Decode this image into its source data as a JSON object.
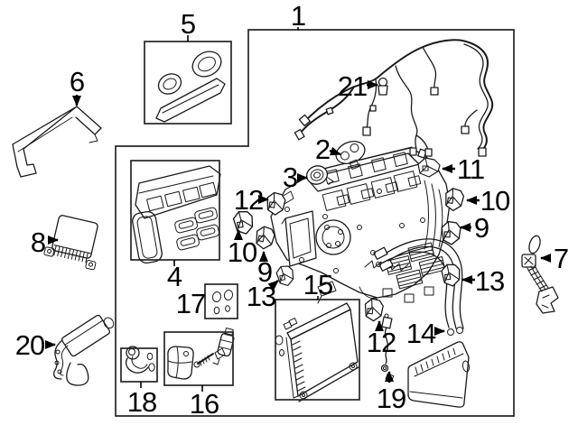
{
  "diagram": {
    "kind": "exploded-parts-line-diagram",
    "background_color": "#ffffff",
    "line_color": "#1a1a1a",
    "label_color": "#000000",
    "callouts": [
      {
        "label": "1"
      },
      {
        "label": "5"
      },
      {
        "label": "6"
      },
      {
        "label": "21"
      },
      {
        "label": "2"
      },
      {
        "label": "3"
      },
      {
        "label": "11"
      },
      {
        "label": "10"
      },
      {
        "label": "9"
      },
      {
        "label": "13"
      },
      {
        "label": "12"
      },
      {
        "label": "10"
      },
      {
        "label": "9"
      },
      {
        "label": "13"
      },
      {
        "label": "15"
      },
      {
        "label": "12"
      },
      {
        "label": "14"
      },
      {
        "label": "19"
      },
      {
        "label": "7"
      },
      {
        "label": "8"
      },
      {
        "label": "20"
      },
      {
        "label": "4"
      },
      {
        "label": "17"
      },
      {
        "label": "18"
      },
      {
        "label": "16"
      }
    ]
  }
}
